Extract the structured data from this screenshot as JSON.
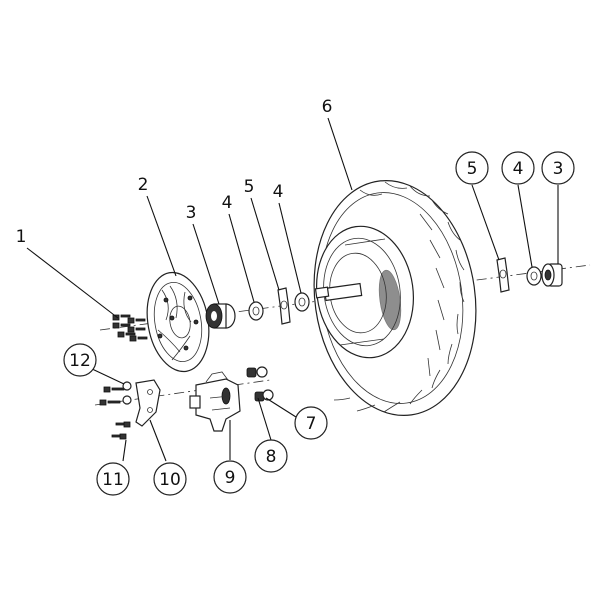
{
  "callouts": [
    {
      "id": "c1",
      "text": "1"
    },
    {
      "id": "c2",
      "text": "2"
    },
    {
      "id": "c3a",
      "text": "3"
    },
    {
      "id": "c4a",
      "text": "4"
    },
    {
      "id": "c5a",
      "text": "5"
    },
    {
      "id": "c4b",
      "text": "4"
    },
    {
      "id": "c6",
      "text": "6"
    },
    {
      "id": "c5b",
      "text": "5"
    },
    {
      "id": "c4c",
      "text": "4"
    },
    {
      "id": "c3b",
      "text": "3"
    },
    {
      "id": "c12",
      "text": "12"
    },
    {
      "id": "c7",
      "text": "7"
    },
    {
      "id": "c8",
      "text": "8"
    },
    {
      "id": "c9",
      "text": "9"
    },
    {
      "id": "c10",
      "text": "10"
    },
    {
      "id": "c11",
      "text": "11"
    }
  ],
  "colors": {
    "line": "#222222",
    "background": "#ffffff"
  }
}
